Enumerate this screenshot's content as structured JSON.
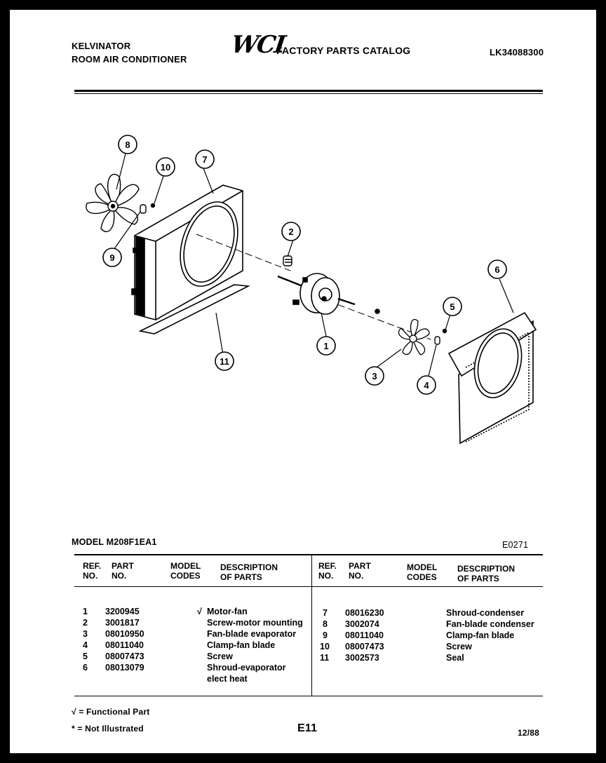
{
  "header": {
    "brand": "KELVINATOR",
    "product": "ROOM AIR CONDITIONER",
    "logo": "WCI",
    "catalog_title": "FACTORY PARTS CATALOG",
    "catalog_number": "LK34088300"
  },
  "diagram": {
    "callouts": [
      "1",
      "2",
      "3",
      "4",
      "5",
      "6",
      "7",
      "8",
      "9",
      "10",
      "11"
    ]
  },
  "model_line": {
    "model": "MODEL M208F1EA1",
    "code": "E0271"
  },
  "table": {
    "columns": [
      [
        "REF.",
        "NO."
      ],
      [
        "PART",
        "NO."
      ],
      [
        "MODEL",
        "CODES"
      ],
      [
        "DESCRIPTION",
        "OF PARTS"
      ]
    ],
    "left_rows": [
      {
        "ref": "1",
        "part": "3200945",
        "mark": "√",
        "desc": "Motor-fan"
      },
      {
        "ref": "2",
        "part": "3001817",
        "mark": "",
        "desc": "Screw-motor mounting"
      },
      {
        "ref": "3",
        "part": "08010950",
        "mark": "",
        "desc": "Fan-blade evaporator"
      },
      {
        "ref": "4",
        "part": "08011040",
        "mark": "",
        "desc": "Clamp-fan blade"
      },
      {
        "ref": "5",
        "part": "08007473",
        "mark": "",
        "desc": "Screw"
      },
      {
        "ref": "6",
        "part": "08013079",
        "mark": "",
        "desc": "Shroud-evaporator"
      },
      {
        "ref": "",
        "part": "",
        "mark": "",
        "desc": "elect heat"
      }
    ],
    "right_rows": [
      {
        "ref": "7",
        "part": "08016230",
        "desc": "Shroud-condenser"
      },
      {
        "ref": "8",
        "part": "3002074",
        "desc": "Fan-blade condenser"
      },
      {
        "ref": "9",
        "part": "08011040",
        "desc": "Clamp-fan blade"
      },
      {
        "ref": "10",
        "part": "08007473",
        "desc": "Screw"
      },
      {
        "ref": "11",
        "part": "3002573",
        "desc": "Seal"
      }
    ]
  },
  "footer": {
    "functional_note": "√ = Functional Part",
    "not_illustrated_note": "* = Not Illustrated",
    "page_number": "E11",
    "date": "12/88"
  }
}
